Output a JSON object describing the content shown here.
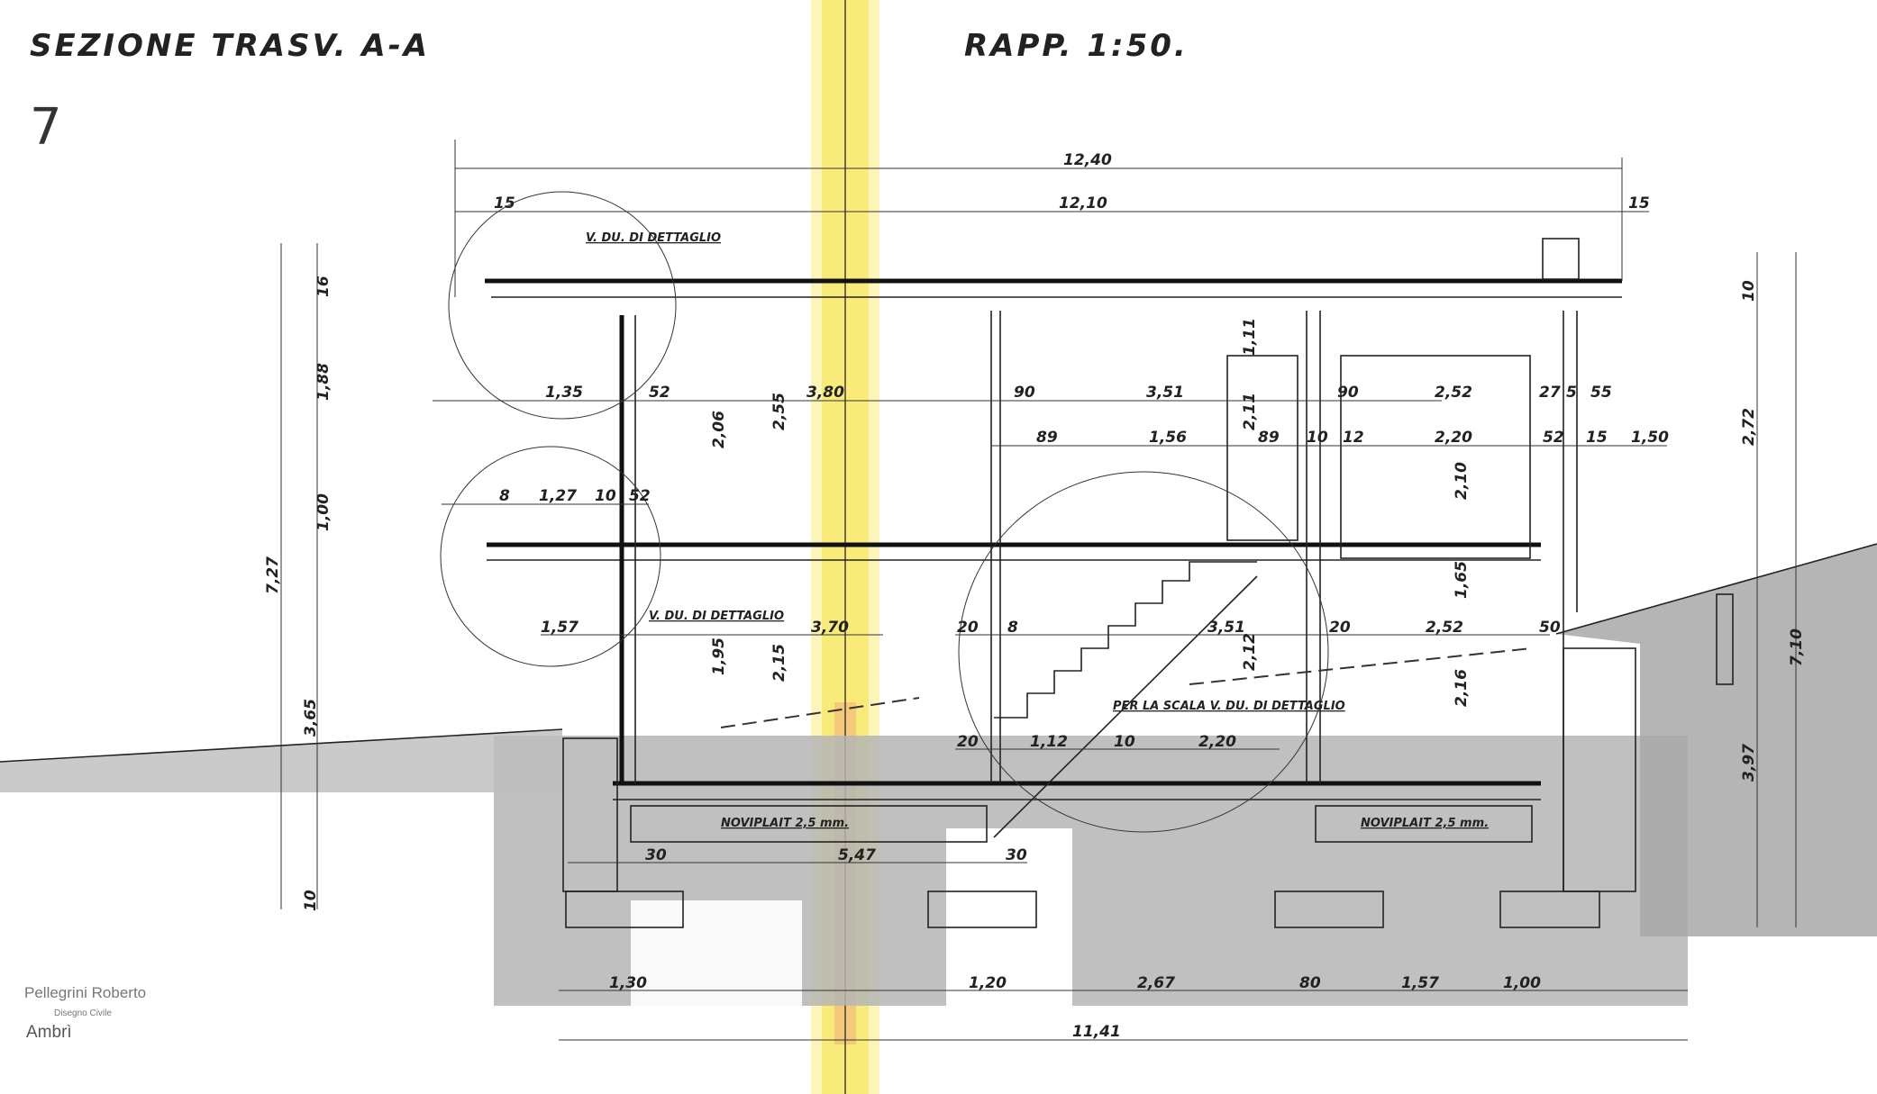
{
  "title": "SEZIONE TRASV. A-A",
  "scale": "RAPP. 1:50.",
  "sheet_number": "7",
  "notes": {
    "detail_1": "V. DU. DI DETTAGLIO",
    "detail_2": "V. DU. DI DETTAGLIO",
    "stair": "PER LA SCALA V. DU. DI DETTAGLIO",
    "noviplait_1": "NOVIPLAIT 2,5 mm.",
    "noviplait_2": "NOVIPLAIT 2,5 mm."
  },
  "dims": {
    "top_total": "12,40",
    "top_inner": "12,10",
    "top_15a": "15",
    "top_15b": "15",
    "r1_a": "1,35",
    "r1_b": "52",
    "r1_c": "3,80",
    "r1_d": "90",
    "r1_e": "3,51",
    "r1_f": "90",
    "r1_g": "2,52",
    "r1_h": "27",
    "r1_i": "5",
    "r1_j": "55",
    "r2_a": "89",
    "r2_b": "1,56",
    "r2_c": "89",
    "r2_d": "10",
    "r2_e": "12",
    "r2_f": "2,20",
    "r2_g": "52",
    "r2_h": "15",
    "r2_i": "1,50",
    "r3_a": "8",
    "r3_b": "1,27",
    "r3_c": "10",
    "r3_d": "52",
    "r4_a": "1,57",
    "r4_b": "3,70",
    "r4_c": "20",
    "r4_d": "8",
    "r4_e": "3,51",
    "r4_f": "20",
    "r4_g": "2,52",
    "r4_h": "50",
    "r5_a": "20",
    "r5_b": "1,12",
    "r5_c": "10",
    "r5_d": "2,20",
    "r6_a": "30",
    "r6_b": "5,47",
    "r6_c": "30",
    "b_a": "1,30",
    "b_b": "1,20",
    "b_c": "2,67",
    "b_d": "80",
    "b_e": "1,57",
    "b_f": "1,00",
    "bottom_total": "11,41",
    "l_a": "16",
    "l_b": "1,88",
    "l_c": "1,00",
    "l_d": "7,27",
    "l_e": "3,65",
    "l_f": "10",
    "m_a": "2,55",
    "m_b": "2,06",
    "m_c": "2,15",
    "m_d": "1,95",
    "c_a": "1,11",
    "c_b": "2,11",
    "c_c": "2,12",
    "c_d": "2,10",
    "c_e": "1,65",
    "c_f": "2,16",
    "rt_a": "10",
    "rt_b": "2,72",
    "rt_c": "7,10",
    "rt_d": "3,97"
  },
  "stamp": {
    "line1": "Pellegrini Roberto",
    "line2": "Disegno Civile",
    "line3": "Ambrì"
  },
  "colors": {
    "fold_band": "#f7e86a",
    "ground": "#b5b5b5",
    "ink": "#222222"
  }
}
